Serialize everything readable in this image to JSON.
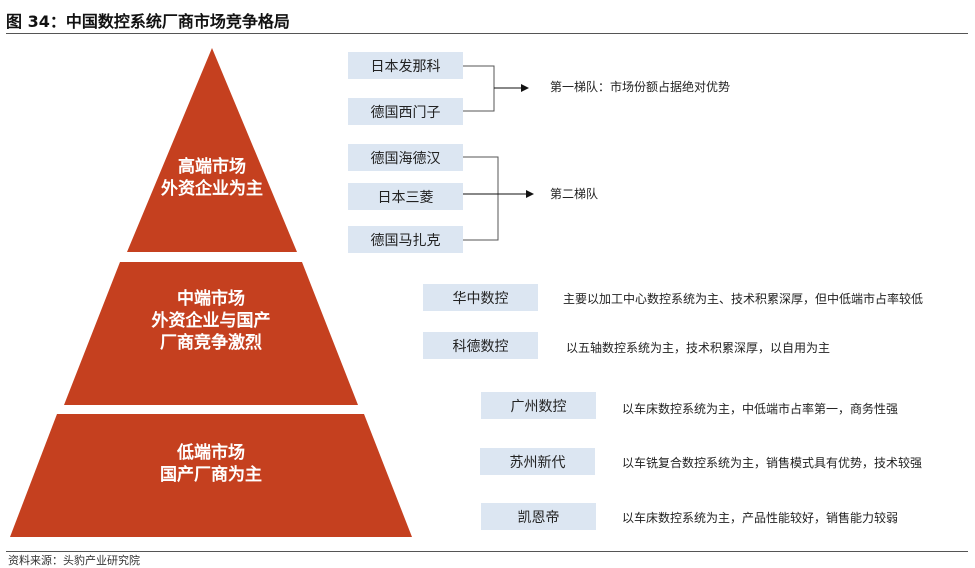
{
  "title": "图 34：中国数控系统厂商市场竞争格局",
  "colors": {
    "pyramid": "#c5401f",
    "box": "#dce6f2"
  },
  "pyramid": [
    {
      "line1": "高端市场",
      "line2": "外资企业为主"
    },
    {
      "line1": "中端市场",
      "line2": "外资企业与国产",
      "line3": "厂商竞争激烈"
    },
    {
      "line1": "低端市场",
      "line2": "国产厂商为主"
    }
  ],
  "high_end": {
    "companies": [
      "日本发那科",
      "德国西门子",
      "德国海德汉",
      "日本三菱",
      "德国马扎克"
    ],
    "tier1_label": "第一梯队：市场份额占据绝对优势",
    "tier2_label": "第二梯队"
  },
  "mid_end": [
    {
      "name": "华中数控",
      "desc": "主要以加工中心数控系统为主、技术积累深厚，但中低端市占率较低"
    },
    {
      "name": "科德数控",
      "desc": "以五轴数控系统为主，技术积累深厚，以自用为主"
    }
  ],
  "low_end": [
    {
      "name": "广州数控",
      "desc": "以车床数控系统为主，中低端市占率第一，商务性强"
    },
    {
      "name": "苏州新代",
      "desc": "以车铣复合数控系统为主，销售模式具有优势，技术较强"
    },
    {
      "name": "凯恩帝",
      "desc": "以车床数控系统为主，产品性能较好，销售能力较弱"
    }
  ],
  "source": "资料来源：头豹产业研究院"
}
